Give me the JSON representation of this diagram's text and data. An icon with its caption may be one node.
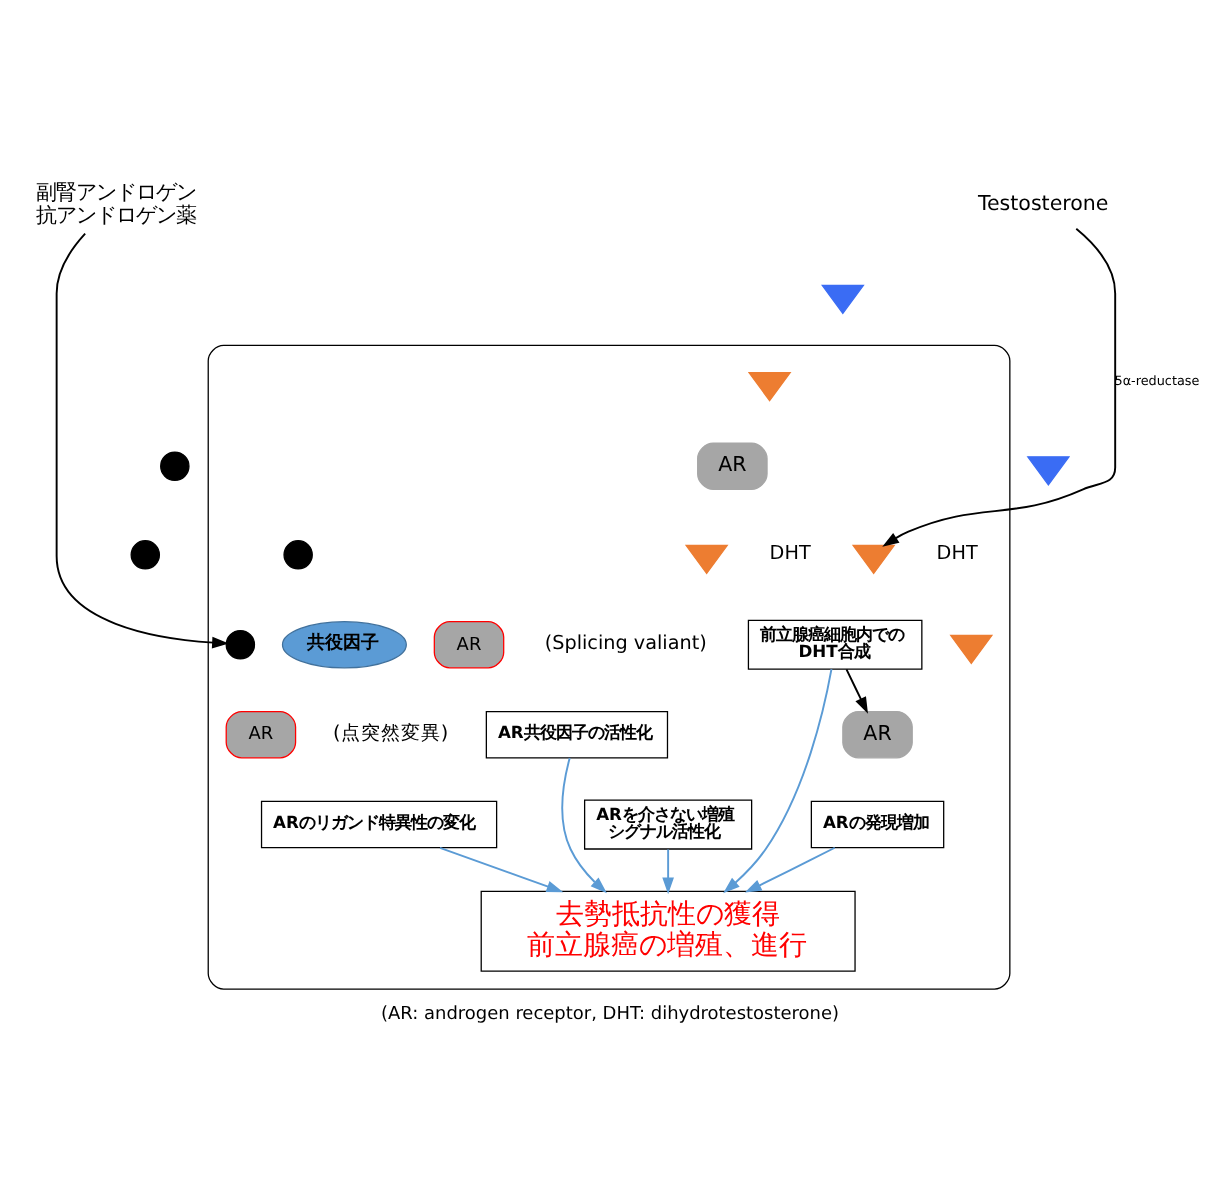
{
  "diagram": {
    "caption": "(AR: androgen receptor, DHT: dihydrotestosterone)",
    "nodes": [
      {
        "text": [],
        "shape": "box"
      },
      {
        "text": [
          "Testosterone"
        ]
      },
      {
        "text": [],
        "shape": "triangle"
      },
      {
        "text": [],
        "shape": "triangle"
      },
      {
        "text": [
          "副腎アンドロゲン",
          "抗アンドロゲン薬"
        ]
      },
      {
        "text": [],
        "shape": "circle"
      },
      {
        "text": [],
        "shape": "circle"
      },
      {
        "text": [],
        "shape": "triangle",
        "in": 0
      },
      {
        "text": [
          "AR"
        ],
        "in": 0
      },
      {
        "text": [],
        "shape": "triangle",
        "in": 0,
        "beside": [
          "DHT"
        ]
      },
      {
        "text": [],
        "shape": "triangle",
        "in": 0
      },
      {
        "text": [
          "AR"
        ],
        "in": 0
      },
      {
        "text": [],
        "shape": "circle",
        "in": 0
      },
      {
        "text": [
          "AR"
        ],
        "in": 0,
        "beside": [
          "(点突然変異)"
        ]
      },
      {
        "text": [],
        "shape": "circle",
        "in": 0
      },
      {
        "text": [
          "AR"
        ],
        "in": 0,
        "beside": [
          "(Splicing valiant)"
        ]
      },
      {
        "text": [
          "共役因子"
        ],
        "in": 0
      },
      {
        "text": [
          "ARのリガンド特異性の変化"
        ],
        "in": 0
      },
      {
        "text": [
          "AR共役因子の活性化"
        ],
        "in": 0
      },
      {
        "text": [
          "ARの発現増加"
        ],
        "in": 0
      },
      {
        "text": [
          "ARを介さない増殖シグナル活性化"
        ],
        "in": 0
      },
      {
        "text": [],
        "shape": "triangle",
        "in": 0,
        "beside": [
          "DHT"
        ]
      },
      {
        "text": [
          "前立腺癌細胞内でのDHT合成"
        ],
        "in": 0
      },
      {
        "text": [
          "去勢抵抗性の獲得",
          "前立腺癌の増殖、進行"
        ],
        "in": 0
      }
    ],
    "edges": [
      {
        "from": 1,
        "to": 9,
        "arrow": "to",
        "label": "5α-reductase",
        "color": "#000000"
      },
      {
        "from": 4,
        "to": 12,
        "arrow": "to",
        "color": "#000000"
      },
      {
        "from": 22,
        "to": 11,
        "arrow": "to",
        "color": "#000000"
      },
      {
        "from": 22,
        "to": 23,
        "arrow": "to",
        "color": "#5b9bd5"
      },
      {
        "from": 19,
        "to": 23,
        "arrow": "to",
        "color": "#5b9bd5"
      },
      {
        "from": 17,
        "to": 23,
        "arrow": "to",
        "color": "#5b9bd5"
      },
      {
        "from": 18,
        "to": 23,
        "arrow": "to",
        "color": "#5b9bd5"
      },
      {
        "from": 20,
        "to": 23,
        "arrow": "to",
        "color": "#5b9bd5"
      }
    ]
  }
}
